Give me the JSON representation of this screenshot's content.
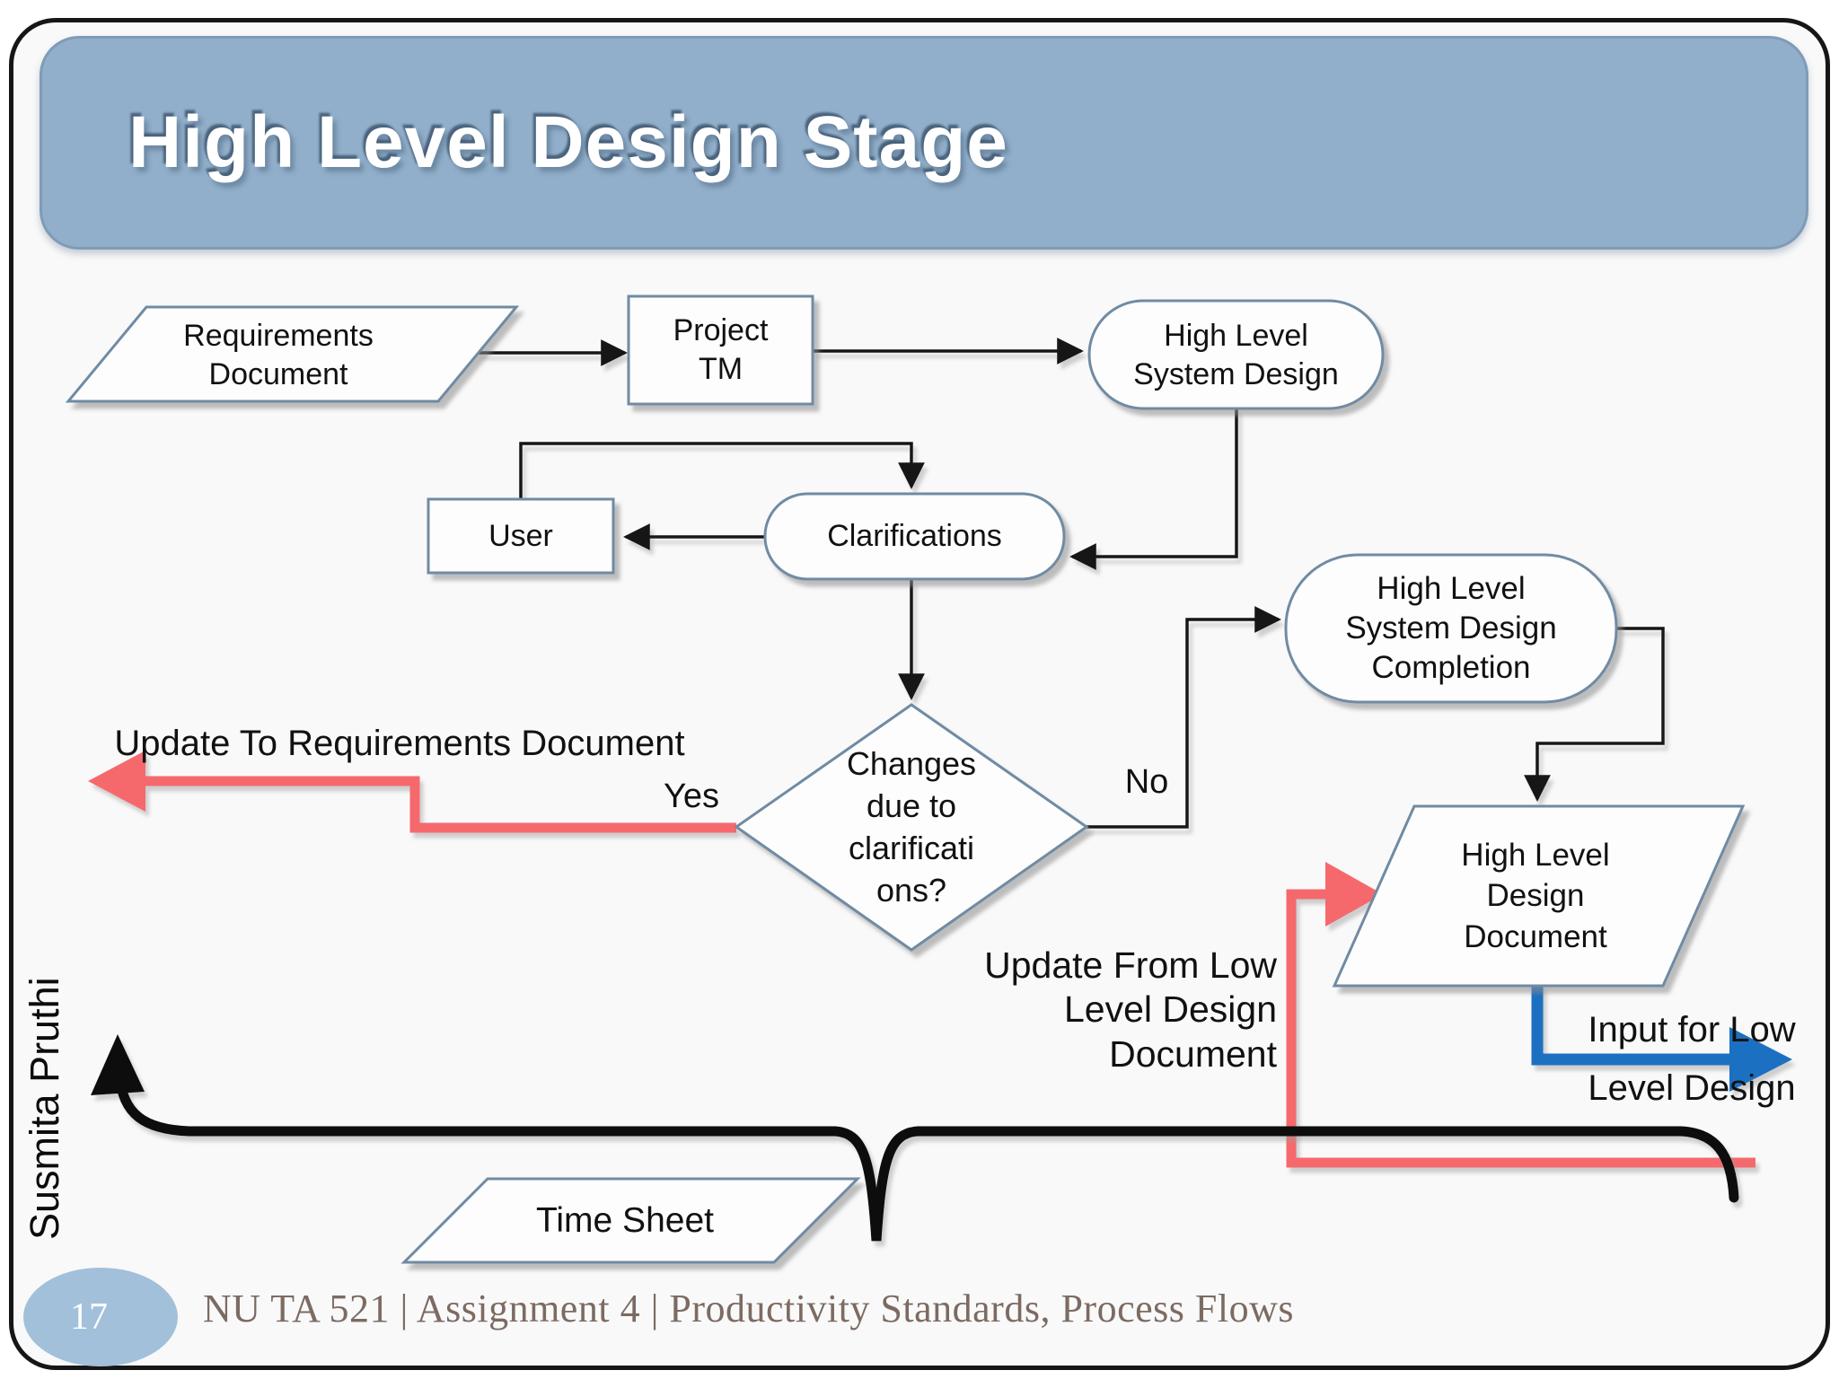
{
  "slide": {
    "title": "High Level Design Stage",
    "author": "Susmita Pruthi",
    "page_number": "17",
    "footer": "NU TA 521 | Assignment 4 | Productivity Standards, Process Flows"
  },
  "nodes": {
    "requirements_document": "Requirements\nDocument",
    "project_tm": "Project\nTM",
    "high_level_system_design": "High Level\nSystem Design",
    "user": "User",
    "clarifications": "Clarifications",
    "decision": "Changes\ndue to\nclarificati\nons?",
    "high_level_system_design_completion": "High Level\nSystem Design\nCompletion",
    "high_level_design_document": "High Level\nDesign\nDocument",
    "time_sheet": "Time Sheet"
  },
  "edge_labels": {
    "yes": "Yes",
    "no": "No",
    "update_to_requirements": "Update To Requirements Document",
    "update_from_lld": "Update From Low\nLevel Design\nDocument",
    "input_for_lld": "Input for Low\nLevel Design"
  },
  "colors": {
    "title_bar": "#91afca",
    "shape_border": "#6f8ba3",
    "flow_line": "#141414",
    "update_arrow_red": "#f5696d",
    "output_arrow_blue": "#1b70c1",
    "footer_text": "#7c6b62",
    "page_circle": "#a2c0da"
  }
}
